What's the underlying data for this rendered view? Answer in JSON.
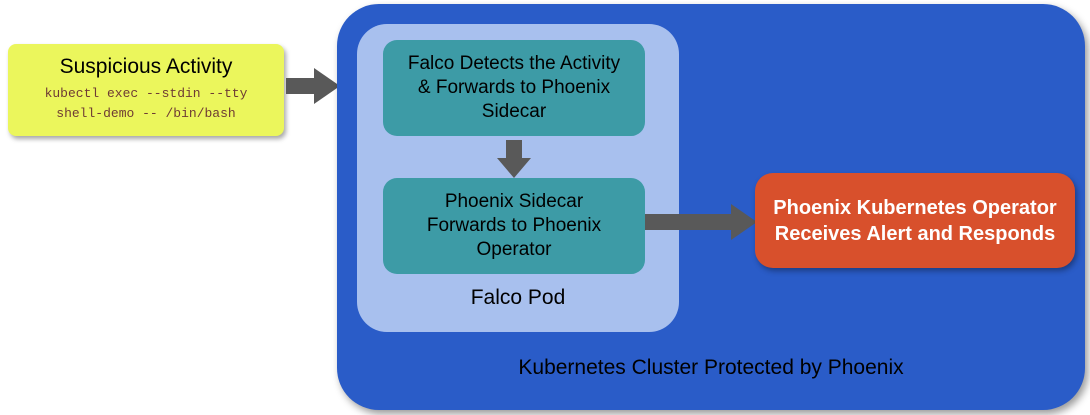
{
  "colors": {
    "suspicious_bg": "#ebf65c",
    "code_text": "#6e3b34",
    "cluster_bg": "#2a5cc8",
    "pod_bg": "#a8c0ee",
    "step_bg": "#3d9ba6",
    "alert_bg": "#d8502c",
    "arrow": "#595959"
  },
  "suspicious": {
    "title": "Suspicious Activity",
    "code_line1": "kubectl exec --stdin --tty",
    "code_line2": "shell-demo -- /bin/bash"
  },
  "cluster": {
    "label": "Kubernetes Cluster Protected by Phoenix",
    "pod": {
      "label": "Falco Pod",
      "steps": [
        {
          "text": "Falco Detects the Activity & Forwards to Phoenix Sidecar"
        },
        {
          "text": "Phoenix Sidecar Forwards to Phoenix Operator"
        }
      ]
    }
  },
  "alert": {
    "text": "Phoenix Kubernetes Operator Receives Alert and Responds"
  }
}
